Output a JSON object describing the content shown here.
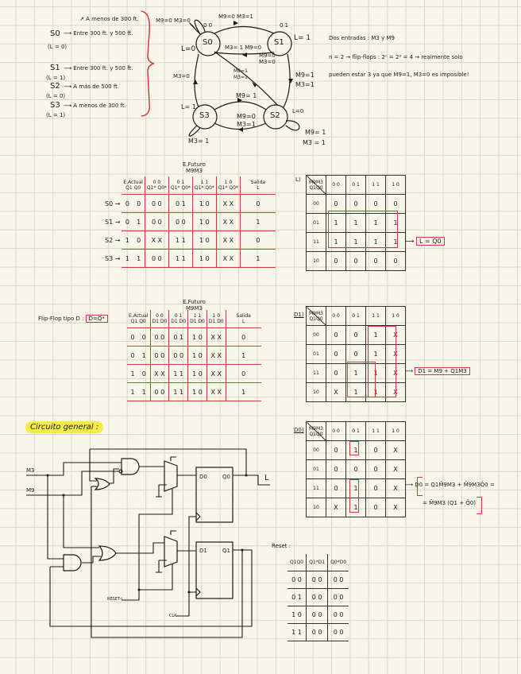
{
  "states_description": [
    {
      "state": "S0",
      "output": "(L = 0)",
      "lines": [
        "A menos de 300 ft.",
        "Entre 300 ft. y 500 ft."
      ]
    },
    {
      "state": "S1",
      "output": "(L = 1)",
      "lines": [
        "Entre 300 ft. y 500 ft."
      ]
    },
    {
      "state": "S2",
      "output": "(L = 0)",
      "lines": [
        "A más de 500 ft."
      ]
    },
    {
      "state": "S3",
      "output": "(L = 1)",
      "lines": [
        "A menos de 300 ft."
      ]
    }
  ],
  "diagram": {
    "states": [
      "S0",
      "S1",
      "S2",
      "S3"
    ],
    "labels": {
      "s0_self": "M9=0 M3=0",
      "s0_code": "0 0",
      "s0_to_s1": "M9=0 M3=1",
      "s1_code": "0 1",
      "s1_out": "L= 1",
      "s0_out": "L=0",
      "s1_to_s0": "M3= 1  M9=0",
      "s1_to_s0_b": "M9=0",
      "s1_to_s0_c": "M3=0",
      "s0_to_s2_a": "M9=1",
      "s0_to_s2_b": "M3=1",
      "s3_to_s0": "M3=0",
      "s1_to_s2_a": "M9=1",
      "s1_to_s2_b": "M3=1",
      "s3_out": "L= 1",
      "s3_to_s2": "M9= 1",
      "s2_out": "L=0",
      "s2_to_s3_a": "M9=0",
      "s2_to_s3_b": "M3=1",
      "s3_self": "M3= 1",
      "s2_self_a": "M9= 1",
      "s2_self_b": "M3 = 1"
    }
  },
  "notes": [
    "Dos entradas : M3 y M9",
    "n = 2 → flip-flops : 2ⁿ = 2² = 4 → realmente solo",
    "pueden estar 3 ya que M9=1, M3=0 es imposible!"
  ],
  "table1": {
    "title": "E.Futuro",
    "subtitle": "M9M3",
    "header_actual": "E.Actual",
    "header_actual_sub": [
      "Q1",
      "Q0"
    ],
    "input_cols": [
      "0 0",
      "0 1",
      "1 1",
      "1 0"
    ],
    "input_sub": "Q1* Q0*",
    "header_out": "Salida",
    "header_out_sub": "L",
    "rows": [
      {
        "state": "S0",
        "q": [
          "0",
          "0"
        ],
        "next": [
          "0 0",
          "0 1",
          "1 0",
          "X X"
        ],
        "out": "0"
      },
      {
        "state": "S1",
        "q": [
          "0",
          "1"
        ],
        "next": [
          "0 0",
          "0 0",
          "1 0",
          "X X"
        ],
        "out": "1"
      },
      {
        "state": "S2",
        "q": [
          "1",
          "0"
        ],
        "next": [
          "X X",
          "1 1",
          "1 0",
          "X X"
        ],
        "out": "0"
      },
      {
        "state": "S3",
        "q": [
          "1",
          "1"
        ],
        "next": [
          "0 0",
          "1 1",
          "1 0",
          "X X"
        ],
        "out": "1"
      }
    ]
  },
  "kmap_L": {
    "label": "L)",
    "corner_top": "M9M3",
    "corner_left": "Q1Q0",
    "cols": [
      "0 0",
      "0 1",
      "1 1",
      "1 0"
    ],
    "rows": [
      {
        "h": "00",
        "v": [
          "0",
          "0",
          "0",
          "0"
        ]
      },
      {
        "h": "01",
        "v": [
          "1",
          "1",
          "1",
          "1"
        ]
      },
      {
        "h": "11",
        "v": [
          "1",
          "1",
          "1",
          "1"
        ]
      },
      {
        "h": "10",
        "v": [
          "0",
          "0",
          "0",
          "0"
        ]
      }
    ],
    "result": "L = Q0"
  },
  "flipflop_note": "Flip-Flop tipo D :",
  "flipflop_eq": "D=Q*",
  "table2": {
    "title": "E.Futuro",
    "subtitle": "M9M3",
    "header_actual": "E.Actual",
    "header_actual_sub": [
      "Q1",
      "Q0"
    ],
    "input_cols": [
      "0 0",
      "0 1",
      "1 1",
      "1 0"
    ],
    "input_sub": "D1 D0",
    "header_out": "Salida",
    "header_out_sub": "L",
    "rows": [
      {
        "q": [
          "0",
          "0"
        ],
        "next": [
          "0 0",
          "0 1",
          "1 0",
          "X X"
        ],
        "out": "0"
      },
      {
        "q": [
          "0",
          "1"
        ],
        "next": [
          "0 0",
          "0 0",
          "1 0",
          "X X"
        ],
        "out": "1"
      },
      {
        "q": [
          "1",
          "0"
        ],
        "next": [
          "X X",
          "1 1",
          "1 0",
          "X X"
        ],
        "out": "0"
      },
      {
        "q": [
          "1",
          "1"
        ],
        "next": [
          "0 0",
          "1 1",
          "1 0",
          "X X"
        ],
        "out": "1"
      }
    ]
  },
  "kmap_D1": {
    "label": "D1)",
    "corner_top": "M9M3",
    "corner_left": "Q1Q0",
    "cols": [
      "0 0",
      "0 1",
      "1 1",
      "1 0"
    ],
    "rows": [
      {
        "h": "00",
        "v": [
          "0",
          "0",
          "1",
          "X"
        ]
      },
      {
        "h": "01",
        "v": [
          "0",
          "0",
          "1",
          "X"
        ]
      },
      {
        "h": "11",
        "v": [
          "0",
          "1",
          "1",
          "X"
        ]
      },
      {
        "h": "10",
        "v": [
          "X",
          "1",
          "1",
          "X"
        ]
      }
    ],
    "result": "D1 = M9 + Q1M3"
  },
  "kmap_D0": {
    "label": "D0)",
    "corner_top": "M9M3",
    "corner_left": "Q1Q0",
    "cols": [
      "0 0",
      "0 1",
      "1 1",
      "1 0"
    ],
    "rows": [
      {
        "h": "00",
        "v": [
          "0",
          "1",
          "0",
          "X"
        ]
      },
      {
        "h": "01",
        "v": [
          "0",
          "0",
          "0",
          "X"
        ]
      },
      {
        "h": "11",
        "v": [
          "0",
          "1",
          "0",
          "X"
        ]
      },
      {
        "h": "10",
        "v": [
          "X",
          "1",
          "0",
          "X"
        ]
      }
    ],
    "result_line1": "D0 = Q1M̄9M3 + M̄9M3Q̄0 =",
    "result_line2": "= M̄9M3 (Q1 + Q̄0)"
  },
  "circuit": {
    "title": "Circuito general :",
    "inputs": [
      "M3",
      "M9"
    ],
    "ff0_d": "D0",
    "ff0_q": "Q0",
    "ff1_d": "D1",
    "ff1_q": "Q1",
    "output": "L",
    "reset": "RESET-L",
    "clock": "CLK"
  },
  "reset_table": {
    "title": "Reset :",
    "headers": [
      "Q1Q0",
      "Q1*D1",
      "Q0*D0"
    ],
    "rows": [
      [
        "0 0",
        "0 0",
        "0 0"
      ],
      [
        "0 1",
        "0 0",
        "0 0"
      ],
      [
        "1 0",
        "0 0",
        "0 0"
      ],
      [
        "1 1",
        "0 0",
        "0 0"
      ]
    ]
  },
  "colors": {
    "ink": "#1a1a1a",
    "red": "#d43a3a",
    "highlight": "#f5ec4a",
    "paper": "#f8f6ea"
  }
}
